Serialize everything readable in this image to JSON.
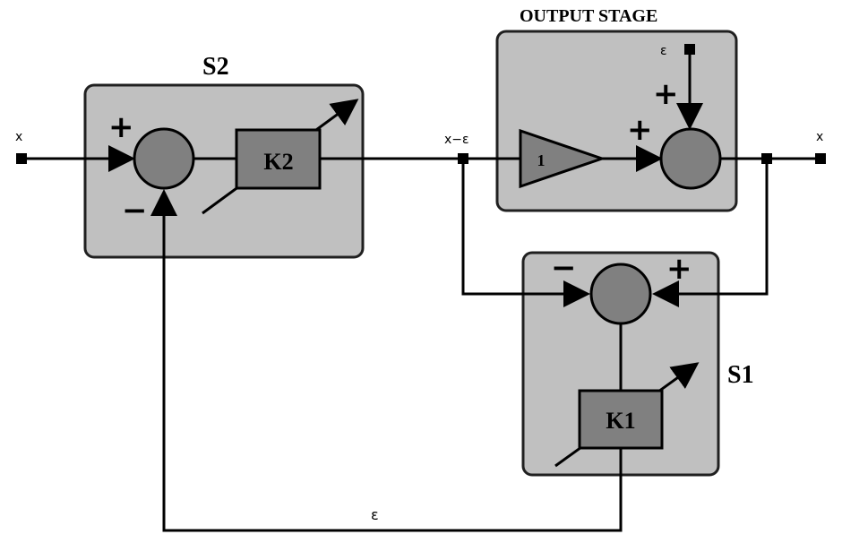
{
  "stages": {
    "s2": {
      "title": "S2",
      "gain": "K2",
      "sum_plus": "+",
      "sum_minus": "−"
    },
    "output": {
      "title": "OUTPUT STAGE",
      "amp_gain": "1",
      "error_label": "ε",
      "plus_top": "+",
      "plus_left": "+"
    },
    "s1": {
      "title": "S1",
      "gain": "K1",
      "sum_minus": "−",
      "sum_plus": "+"
    }
  },
  "signals": {
    "input": "x",
    "output": "x",
    "mid": "x−ε",
    "feedback": "ε"
  },
  "colors": {
    "panel_fill": "#c0c0c0",
    "block_fill": "#808080",
    "wire": "#000000",
    "background": "#ffffff"
  }
}
